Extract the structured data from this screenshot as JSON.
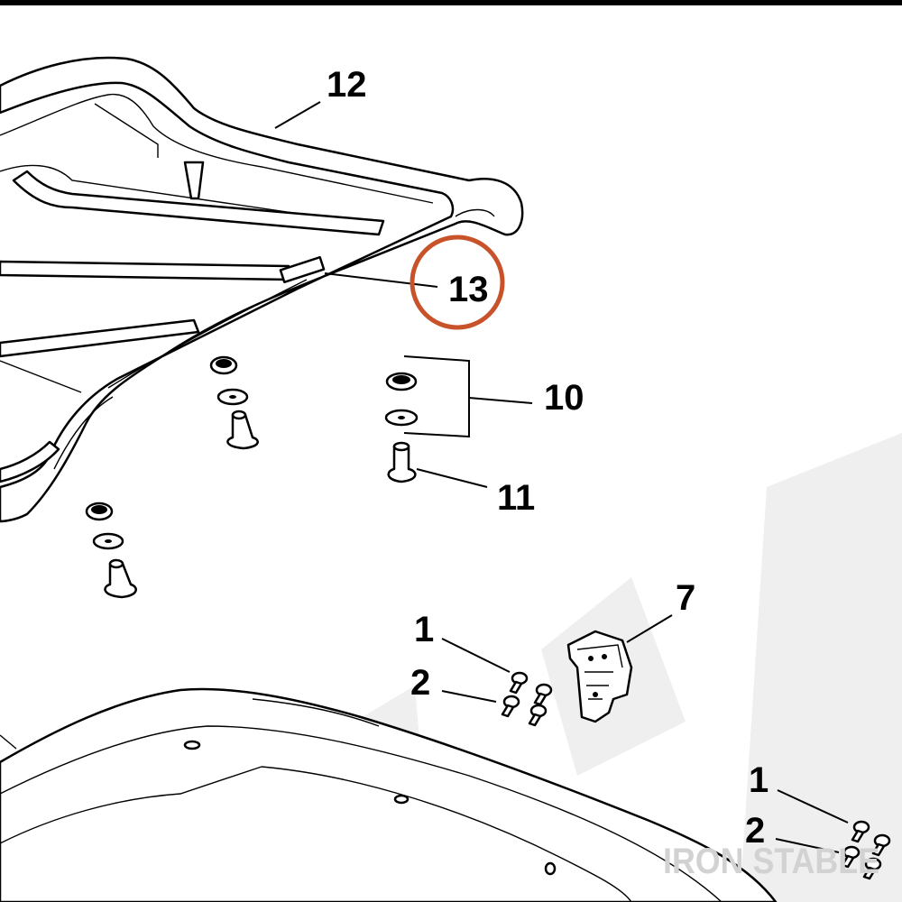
{
  "diagram": {
    "callouts": [
      {
        "id": "12",
        "label": "12"
      },
      {
        "id": "13",
        "label": "13",
        "highlighted": true
      },
      {
        "id": "10",
        "label": "10"
      },
      {
        "id": "11",
        "label": "11"
      },
      {
        "id": "7",
        "label": "7"
      },
      {
        "id": "1a",
        "label": "1"
      },
      {
        "id": "2a",
        "label": "2"
      },
      {
        "id": "1b",
        "label": "1"
      },
      {
        "id": "2b",
        "label": "2"
      }
    ],
    "highlight_color": "#c8522a",
    "watermark": {
      "text": "IRON STABLE",
      "color": "#d2d2d2"
    }
  }
}
